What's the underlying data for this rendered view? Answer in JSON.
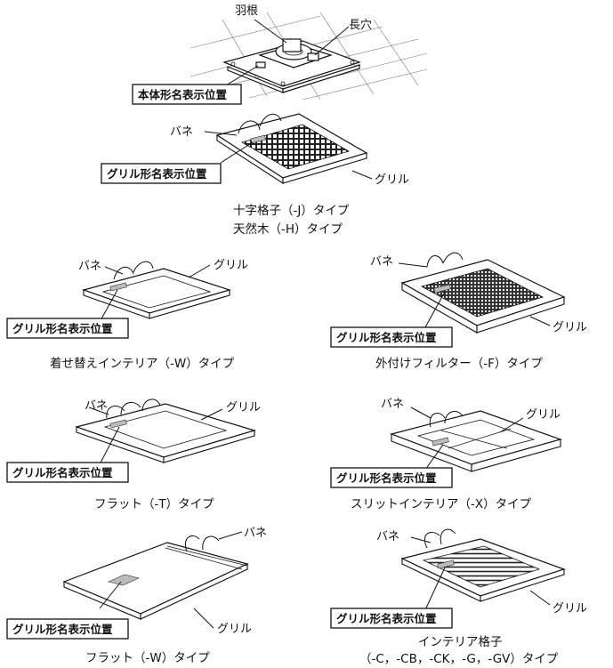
{
  "colors": {
    "ink": "#111111",
    "grille_mesh": "#222222",
    "label_plate": "#bbbbbb",
    "background": "#ffffff"
  },
  "top_unit": {
    "blade_label": "羽根",
    "slot_label": "長穴",
    "body_model_label": "本体形名表示位置"
  },
  "panels": [
    {
      "spring": "バネ",
      "grille": "グリル",
      "model_label": "グリル形名表示位置",
      "caption_lines": [
        "十字格子（-J）タイプ",
        "天然木（-H）タイプ"
      ]
    },
    {
      "spring": "バネ",
      "grille": "グリル",
      "model_label": "グリル形名表示位置",
      "caption_lines": [
        "着せ替えインテリア（-W）タイプ"
      ]
    },
    {
      "spring": "バネ",
      "grille": "グリル",
      "model_label": "グリル形名表示位置",
      "caption_lines": [
        "外付けフィルター（-F）タイプ"
      ]
    },
    {
      "spring": "バネ",
      "grille": "グリル",
      "model_label": "グリル形名表示位置",
      "caption_lines": [
        "フラット（-T）タイプ"
      ]
    },
    {
      "spring": "バネ",
      "grille": "グリル",
      "model_label": "グリル形名表示位置",
      "caption_lines": [
        "スリットインテリア（-X）タイプ"
      ]
    },
    {
      "spring": "バネ",
      "grille": "グリル",
      "model_label": "グリル形名表示位置",
      "caption_lines": [
        "フラット（-W）タイプ"
      ]
    },
    {
      "spring": "バネ",
      "grille": "グリル",
      "model_label": "グリル形名表示位置",
      "caption_lines": [
        "インテリア格子",
        "（-C，-CB，-CK，-G，-GV）タイプ"
      ]
    }
  ]
}
